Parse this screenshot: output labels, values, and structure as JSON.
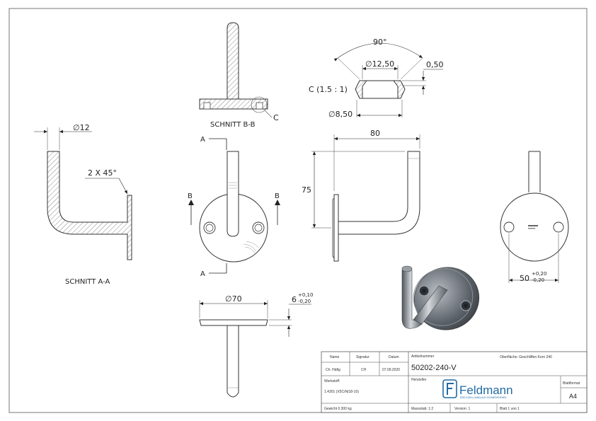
{
  "drawing": {
    "section_aa_label": "SCHNITT A-A",
    "section_bb_label": "SCHNITT B-B",
    "detail_c_label": "C (1.5 : 1)",
    "detail_c_callout": "C",
    "view_marker_a": "A",
    "view_marker_b": "B",
    "dim_rod_dia": "∅12",
    "dim_chamfer": "2 X 45°",
    "dim_angle": "90°",
    "dim_hole_dia": "∅12,50",
    "dim_offset": "0,50",
    "dim_thru_dia": "∅8,50",
    "dim_width": "80",
    "dim_height": "75",
    "dim_plate_dia": "∅70",
    "dim_plate_thk": "6",
    "dim_plate_thk_tol_plus": "+0,10",
    "dim_plate_thk_tol_minus": "-0,20",
    "dim_hole_spacing": "50",
    "dim_hole_spacing_tol_plus": "+0,20",
    "dim_hole_spacing_tol_minus": "-0,20"
  },
  "title_block": {
    "col_name": "Name",
    "col_signature": "Signatur",
    "col_date": "Datum",
    "row_name": "Ch. Häfig",
    "row_signature": "CH",
    "row_date": "07.09.2020",
    "article_number_label": "Artikelnummer",
    "article_number": "50202-240-V",
    "surface": "Oberfläche: Geschliffen Korn 240",
    "material_label": "Werkstoff:",
    "material": "1.4301 (X5CrNi18-10)",
    "manufacturer_label": "Hersteller",
    "logo_text": "Feldmann",
    "logo_subtext": "EDELSTAHL-HANDLAUF-SCHWERHOEHEN",
    "sheet_format_label": "Blattformat",
    "sheet_format": "A4",
    "weight": "Gewicht 0.300 kg",
    "scale": "Massstab: 1:2",
    "version": "Version: 1",
    "sheet": "Blatt 1 von 1"
  }
}
